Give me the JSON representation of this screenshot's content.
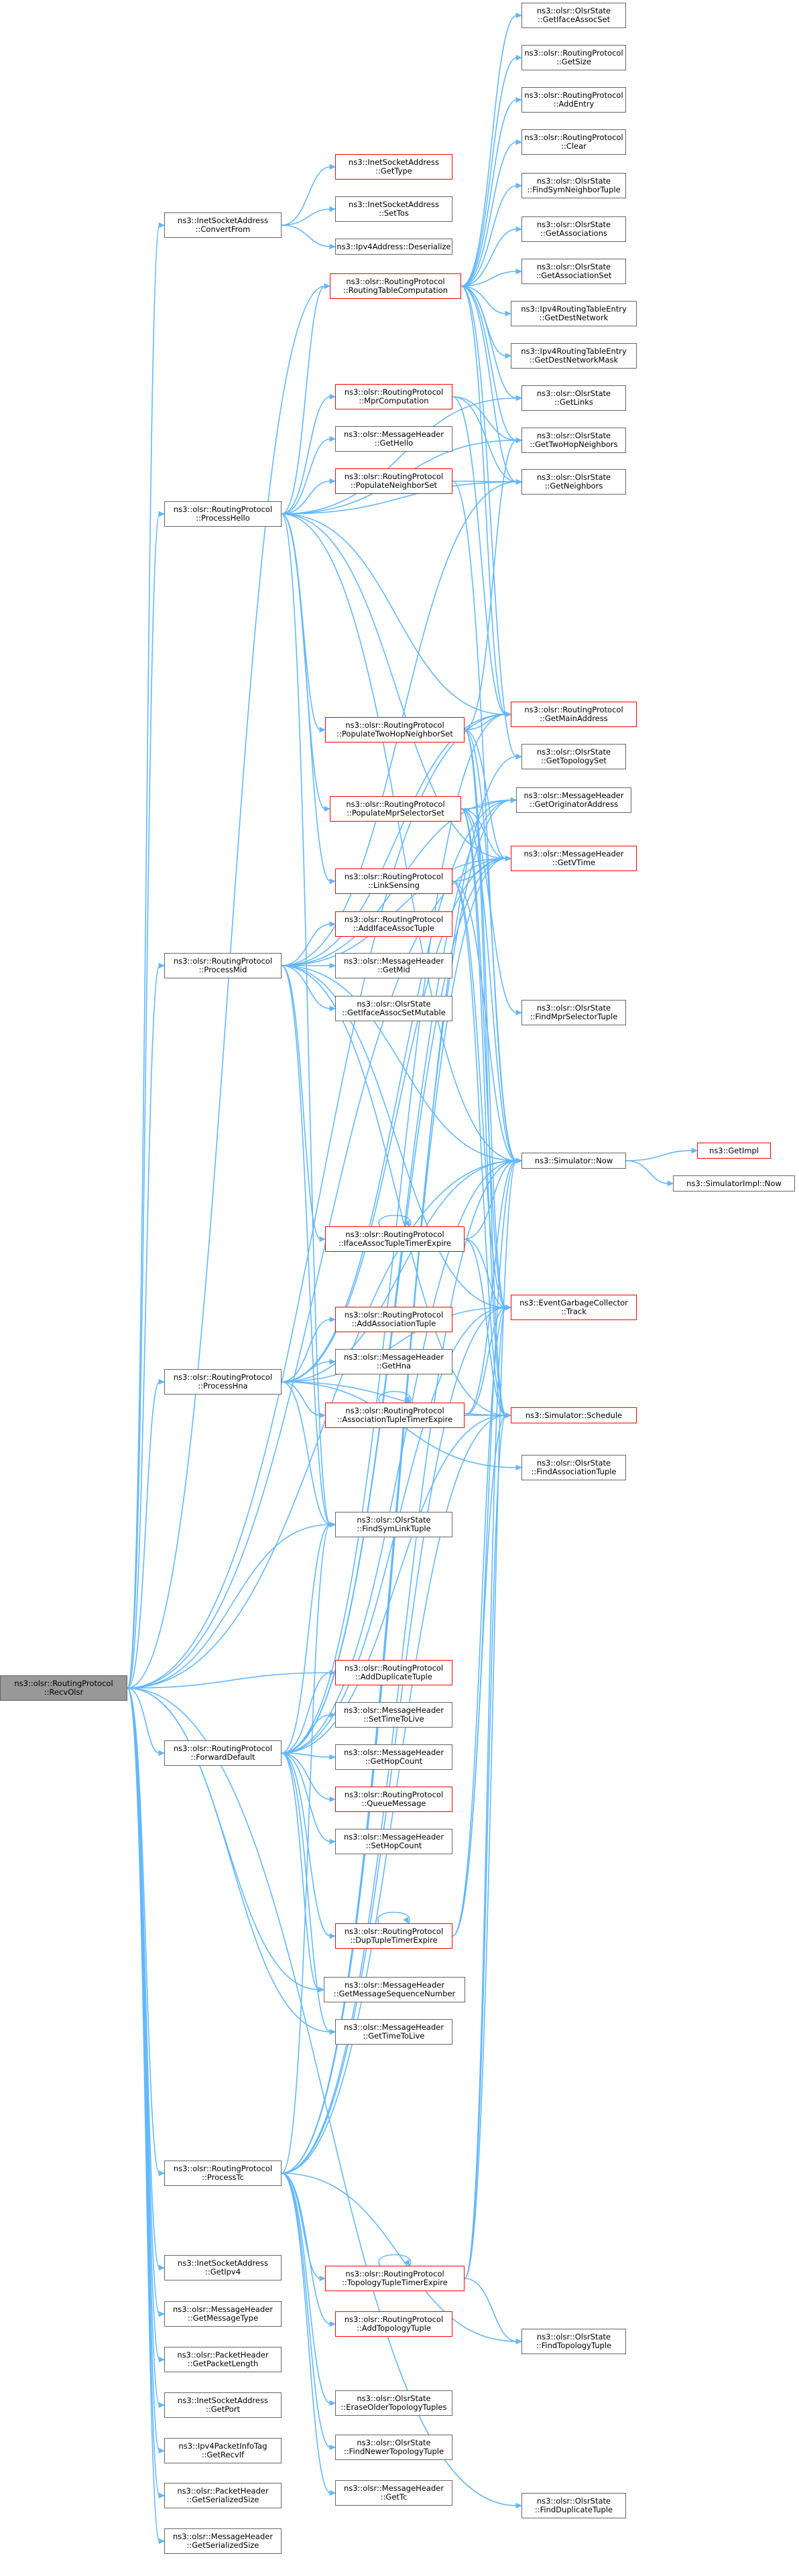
{
  "colors": {
    "edge": "#63b8ff",
    "node_border": "#666666",
    "truncated_border": "#ff0000",
    "root_fill": "#999999"
  },
  "root": "ns3::olsr::RoutingProtocol::RecvOlsr",
  "nodes": [
    {
      "id": "recvolsr",
      "lines": [
        "ns3::olsr::RoutingProtocol",
        "::RecvOlsr"
      ],
      "style": "root"
    },
    {
      "id": "convertfrom",
      "lines": [
        "ns3::InetSocketAddress",
        "::ConvertFrom"
      ],
      "style": "normal"
    },
    {
      "id": "gettype",
      "lines": [
        "ns3::InetSocketAddress",
        "::GetType"
      ],
      "style": "truncated"
    },
    {
      "id": "settos",
      "lines": [
        "ns3::InetSocketAddress",
        "::SetTos"
      ],
      "style": "normal"
    },
    {
      "id": "ipv4deser",
      "lines": [
        "ns3::Ipv4Address::Deserialize"
      ],
      "style": "normal"
    },
    {
      "id": "getifaceassocset",
      "lines": [
        "ns3::olsr::OlsrState",
        "::GetIfaceAssocSet"
      ],
      "style": "normal"
    },
    {
      "id": "getsize",
      "lines": [
        "ns3::olsr::RoutingProtocol",
        "::GetSize"
      ],
      "style": "normal"
    },
    {
      "id": "addentry",
      "lines": [
        "ns3::olsr::RoutingProtocol",
        "::AddEntry"
      ],
      "style": "normal"
    },
    {
      "id": "clear",
      "lines": [
        "ns3::olsr::RoutingProtocol",
        "::Clear"
      ],
      "style": "normal"
    },
    {
      "id": "findsymneighbortuple",
      "lines": [
        "ns3::olsr::OlsrState",
        "::FindSymNeighborTuple"
      ],
      "style": "normal"
    },
    {
      "id": "getassociations",
      "lines": [
        "ns3::olsr::OlsrState",
        "::GetAssociations"
      ],
      "style": "normal"
    },
    {
      "id": "getassociationset",
      "lines": [
        "ns3::olsr::OlsrState",
        "::GetAssociationSet"
      ],
      "style": "normal"
    },
    {
      "id": "getdestnetwork",
      "lines": [
        "ns3::Ipv4RoutingTableEntry",
        "::GetDestNetwork"
      ],
      "style": "normal"
    },
    {
      "id": "getdestnetworkmask",
      "lines": [
        "ns3::Ipv4RoutingTableEntry",
        "::GetDestNetworkMask"
      ],
      "style": "normal"
    },
    {
      "id": "getlinks",
      "lines": [
        "ns3::olsr::OlsrState",
        "::GetLinks"
      ],
      "style": "normal"
    },
    {
      "id": "gettwohopneighbors",
      "lines": [
        "ns3::olsr::OlsrState",
        "::GetTwoHopNeighbors"
      ],
      "style": "normal"
    },
    {
      "id": "getneighbors",
      "lines": [
        "ns3::olsr::OlsrState",
        "::GetNeighbors"
      ],
      "style": "normal"
    },
    {
      "id": "routingtablecomputation",
      "lines": [
        "ns3::olsr::RoutingProtocol",
        "::RoutingTableComputation"
      ],
      "style": "truncated"
    },
    {
      "id": "mprcomputation",
      "lines": [
        "ns3::olsr::RoutingProtocol",
        "::MprComputation"
      ],
      "style": "truncated"
    },
    {
      "id": "gethello",
      "lines": [
        "ns3::olsr::MessageHeader",
        "::GetHello"
      ],
      "style": "normal"
    },
    {
      "id": "populateneighborset",
      "lines": [
        "ns3::olsr::RoutingProtocol",
        "::PopulateNeighborSet"
      ],
      "style": "truncated"
    },
    {
      "id": "processhello",
      "lines": [
        "ns3::olsr::RoutingProtocol",
        "::ProcessHello"
      ],
      "style": "normal"
    },
    {
      "id": "populatetwohop",
      "lines": [
        "ns3::olsr::RoutingProtocol",
        "::PopulateTwoHopNeighborSet"
      ],
      "style": "truncated"
    },
    {
      "id": "getmainaddress",
      "lines": [
        "ns3::olsr::RoutingProtocol",
        "::GetMainAddress"
      ],
      "style": "truncated"
    },
    {
      "id": "gettopologyset",
      "lines": [
        "ns3::olsr::OlsrState",
        "::GetTopologySet"
      ],
      "style": "normal"
    },
    {
      "id": "populatemprselector",
      "lines": [
        "ns3::olsr::RoutingProtocol",
        "::PopulateMprSelectorSet"
      ],
      "style": "truncated"
    },
    {
      "id": "getoriginatoraddress",
      "lines": [
        "ns3::olsr::MessageHeader",
        "::GetOriginatorAddress"
      ],
      "style": "normal"
    },
    {
      "id": "getvtime",
      "lines": [
        "ns3::olsr::MessageHeader",
        "::GetVTime"
      ],
      "style": "truncated"
    },
    {
      "id": "linksensing",
      "lines": [
        "ns3::olsr::RoutingProtocol",
        "::LinkSensing"
      ],
      "style": "truncated"
    },
    {
      "id": "addifaceassoctuple",
      "lines": [
        "ns3::olsr::RoutingProtocol",
        "::AddIfaceAssocTuple"
      ],
      "style": "truncated"
    },
    {
      "id": "getmid",
      "lines": [
        "ns3::olsr::MessageHeader",
        "::GetMid"
      ],
      "style": "normal"
    },
    {
      "id": "processmid",
      "lines": [
        "ns3::olsr::RoutingProtocol",
        "::ProcessMid"
      ],
      "style": "normal"
    },
    {
      "id": "getifaceassocsetmutable",
      "lines": [
        "ns3::olsr::OlsrState",
        "::GetIfaceAssocSetMutable"
      ],
      "style": "normal"
    },
    {
      "id": "findmprselectortuple",
      "lines": [
        "ns3::olsr::OlsrState",
        "::FindMprSelectorTuple"
      ],
      "style": "normal"
    },
    {
      "id": "getimpl",
      "lines": [
        "ns3::GetImpl"
      ],
      "style": "truncated"
    },
    {
      "id": "simnow",
      "lines": [
        "ns3::Simulator::Now"
      ],
      "style": "normal"
    },
    {
      "id": "simimplnow",
      "lines": [
        "ns3::SimulatorImpl::Now"
      ],
      "style": "normal"
    },
    {
      "id": "ifaceassoctimer",
      "lines": [
        "ns3::olsr::RoutingProtocol",
        "::IfaceAssocTupleTimerExpire"
      ],
      "style": "truncated"
    },
    {
      "id": "egctrack",
      "lines": [
        "ns3::EventGarbageCollector",
        "::Track"
      ],
      "style": "truncated"
    },
    {
      "id": "addassociationtuple",
      "lines": [
        "ns3::olsr::RoutingProtocol",
        "::AddAssociationTuple"
      ],
      "style": "truncated"
    },
    {
      "id": "gethna",
      "lines": [
        "ns3::olsr::MessageHeader",
        "::GetHna"
      ],
      "style": "normal"
    },
    {
      "id": "processhna",
      "lines": [
        "ns3::olsr::RoutingProtocol",
        "::ProcessHna"
      ],
      "style": "normal"
    },
    {
      "id": "associationtimer",
      "lines": [
        "ns3::olsr::RoutingProtocol",
        "::AssociationTupleTimerExpire"
      ],
      "style": "truncated"
    },
    {
      "id": "simschedule",
      "lines": [
        "ns3::Simulator::Schedule"
      ],
      "style": "truncated"
    },
    {
      "id": "findassociationtuple",
      "lines": [
        "ns3::olsr::OlsrState",
        "::FindAssociationTuple"
      ],
      "style": "normal"
    },
    {
      "id": "findsymlinktuple",
      "lines": [
        "ns3::olsr::OlsrState",
        "::FindSymLinkTuple"
      ],
      "style": "normal"
    },
    {
      "id": "addduplicatetuple",
      "lines": [
        "ns3::olsr::RoutingProtocol",
        "::AddDuplicateTuple"
      ],
      "style": "truncated"
    },
    {
      "id": "settimetolive",
      "lines": [
        "ns3::olsr::MessageHeader",
        "::SetTimeToLive"
      ],
      "style": "normal"
    },
    {
      "id": "gethopcount",
      "lines": [
        "ns3::olsr::MessageHeader",
        "::GetHopCount"
      ],
      "style": "normal"
    },
    {
      "id": "forwarddefault",
      "lines": [
        "ns3::olsr::RoutingProtocol",
        "::ForwardDefault"
      ],
      "style": "normal"
    },
    {
      "id": "queuemessage",
      "lines": [
        "ns3::olsr::RoutingProtocol",
        "::QueueMessage"
      ],
      "style": "truncated"
    },
    {
      "id": "sethopcount",
      "lines": [
        "ns3::olsr::MessageHeader",
        "::SetHopCount"
      ],
      "style": "normal"
    },
    {
      "id": "duptupletimer",
      "lines": [
        "ns3::olsr::RoutingProtocol",
        "::DupTupleTimerExpire"
      ],
      "style": "truncated"
    },
    {
      "id": "getmsgseqnum",
      "lines": [
        "ns3::olsr::MessageHeader",
        "::GetMessageSequenceNumber"
      ],
      "style": "normal"
    },
    {
      "id": "gettimetolive",
      "lines": [
        "ns3::olsr::MessageHeader",
        "::GetTimeToLive"
      ],
      "style": "normal"
    },
    {
      "id": "processtc",
      "lines": [
        "ns3::olsr::RoutingProtocol",
        "::ProcessTc"
      ],
      "style": "normal"
    },
    {
      "id": "getipv4",
      "lines": [
        "ns3::InetSocketAddress",
        "::GetIpv4"
      ],
      "style": "normal"
    },
    {
      "id": "getmessagetype",
      "lines": [
        "ns3::olsr::MessageHeader",
        "::GetMessageType"
      ],
      "style": "normal"
    },
    {
      "id": "topologytimer",
      "lines": [
        "ns3::olsr::RoutingProtocol",
        "::TopologyTupleTimerExpire"
      ],
      "style": "truncated"
    },
    {
      "id": "getpacketlength",
      "lines": [
        "ns3::olsr::PacketHeader",
        "::GetPacketLength"
      ],
      "style": "normal"
    },
    {
      "id": "addtopologytuple",
      "lines": [
        "ns3::olsr::RoutingProtocol",
        "::AddTopologyTuple"
      ],
      "style": "truncated"
    },
    {
      "id": "findtopologytuple",
      "lines": [
        "ns3::olsr::OlsrState",
        "::FindTopologyTuple"
      ],
      "style": "normal"
    },
    {
      "id": "getport",
      "lines": [
        "ns3::InetSocketAddress",
        "::GetPort"
      ],
      "style": "normal"
    },
    {
      "id": "eraseolder",
      "lines": [
        "ns3::olsr::OlsrState",
        "::EraseOlderTopologyTuples"
      ],
      "style": "normal"
    },
    {
      "id": "getrecvif",
      "lines": [
        "ns3::Ipv4PacketInfoTag",
        "::GetRecvIf"
      ],
      "style": "normal"
    },
    {
      "id": "findnewer",
      "lines": [
        "ns3::olsr::OlsrState",
        "::FindNewerTopologyTuple"
      ],
      "style": "normal"
    },
    {
      "id": "pktgetserializedsize",
      "lines": [
        "ns3::olsr::PacketHeader",
        "::GetSerializedSize"
      ],
      "style": "normal"
    },
    {
      "id": "gettc",
      "lines": [
        "ns3::olsr::MessageHeader",
        "::GetTc"
      ],
      "style": "normal"
    },
    {
      "id": "msggetserializedsize",
      "lines": [
        "ns3::olsr::MessageHeader",
        "::GetSerializedSize"
      ],
      "style": "normal"
    },
    {
      "id": "findduplicatetuple",
      "lines": [
        "ns3::olsr::OlsrState",
        "::FindDuplicateTuple"
      ],
      "style": "normal"
    }
  ],
  "edges": [
    [
      "recvolsr",
      "convertfrom"
    ],
    [
      "recvolsr",
      "processhello"
    ],
    [
      "recvolsr",
      "processmid"
    ],
    [
      "recvolsr",
      "processhna"
    ],
    [
      "recvolsr",
      "forwarddefault"
    ],
    [
      "recvolsr",
      "processtc"
    ],
    [
      "recvolsr",
      "getipv4"
    ],
    [
      "recvolsr",
      "getmessagetype"
    ],
    [
      "recvolsr",
      "getpacketlength"
    ],
    [
      "recvolsr",
      "getport"
    ],
    [
      "recvolsr",
      "getrecvif"
    ],
    [
      "recvolsr",
      "pktgetserializedsize"
    ],
    [
      "recvolsr",
      "msggetserializedsize"
    ],
    [
      "recvolsr",
      "getmsgseqnum"
    ],
    [
      "recvolsr",
      "gettimetolive"
    ],
    [
      "recvolsr",
      "routingtablecomputation"
    ],
    [
      "recvolsr",
      "simnow"
    ],
    [
      "recvolsr",
      "getmainaddress"
    ],
    [
      "recvolsr",
      "findduplicatetuple"
    ],
    [
      "recvolsr",
      "getvtime"
    ],
    [
      "recvolsr",
      "addduplicatetuple"
    ],
    [
      "recvolsr",
      "findsymlinktuple"
    ],
    [
      "convertfrom",
      "gettype"
    ],
    [
      "convertfrom",
      "settos"
    ],
    [
      "convertfrom",
      "ipv4deser"
    ],
    [
      "routingtablecomputation",
      "getifaceassocset"
    ],
    [
      "routingtablecomputation",
      "getsize"
    ],
    [
      "routingtablecomputation",
      "addentry"
    ],
    [
      "routingtablecomputation",
      "clear"
    ],
    [
      "routingtablecomputation",
      "findsymneighbortuple"
    ],
    [
      "routingtablecomputation",
      "getassociations"
    ],
    [
      "routingtablecomputation",
      "getassociationset"
    ],
    [
      "routingtablecomputation",
      "getdestnetwork"
    ],
    [
      "routingtablecomputation",
      "getdestnetworkmask"
    ],
    [
      "routingtablecomputation",
      "getlinks"
    ],
    [
      "routingtablecomputation",
      "gettwohopneighbors"
    ],
    [
      "routingtablecomputation",
      "getneighbors"
    ],
    [
      "routingtablecomputation",
      "getmainaddress"
    ],
    [
      "routingtablecomputation",
      "gettopologyset"
    ],
    [
      "processhello",
      "routingtablecomputation"
    ],
    [
      "processhello",
      "mprcomputation"
    ],
    [
      "processhello",
      "gethello"
    ],
    [
      "processhello",
      "populateneighborset"
    ],
    [
      "processhello",
      "populatetwohop"
    ],
    [
      "processhello",
      "populatemprselector"
    ],
    [
      "processhello",
      "linksensing"
    ],
    [
      "processhello",
      "getneighbors"
    ],
    [
      "processhello",
      "gettwohopneighbors"
    ],
    [
      "processhello",
      "getlinks"
    ],
    [
      "processhello",
      "getmainaddress"
    ],
    [
      "processhello",
      "getvtime"
    ],
    [
      "processhello",
      "simnow"
    ],
    [
      "processhello",
      "findsymlinktuple"
    ],
    [
      "mprcomputation",
      "getneighbors"
    ],
    [
      "mprcomputation",
      "gettwohopneighbors"
    ],
    [
      "mprcomputation",
      "getmainaddress"
    ],
    [
      "populateneighborset",
      "getneighbors"
    ],
    [
      "populateneighborset",
      "simnow"
    ],
    [
      "populatetwohop",
      "getmainaddress"
    ],
    [
      "populatetwohop",
      "getvtime"
    ],
    [
      "populatetwohop",
      "simnow"
    ],
    [
      "populatetwohop",
      "egctrack"
    ],
    [
      "populatetwohop",
      "simschedule"
    ],
    [
      "populatetwohop",
      "gettwohopneighbors"
    ],
    [
      "populatemprselector",
      "getoriginatoraddress"
    ],
    [
      "populatemprselector",
      "getvtime"
    ],
    [
      "populatemprselector",
      "findmprselectortuple"
    ],
    [
      "populatemprselector",
      "simnow"
    ],
    [
      "populatemprselector",
      "egctrack"
    ],
    [
      "populatemprselector",
      "simschedule"
    ],
    [
      "linksensing",
      "getvtime"
    ],
    [
      "linksensing",
      "simnow"
    ],
    [
      "linksensing",
      "egctrack"
    ],
    [
      "linksensing",
      "simschedule"
    ],
    [
      "processmid",
      "addifaceassoctuple"
    ],
    [
      "processmid",
      "getmid"
    ],
    [
      "processmid",
      "getifaceassocsetmutable"
    ],
    [
      "processmid",
      "getmainaddress"
    ],
    [
      "processmid",
      "getoriginatoraddress"
    ],
    [
      "processmid",
      "getvtime"
    ],
    [
      "processmid",
      "simnow"
    ],
    [
      "processmid",
      "ifaceassoctimer"
    ],
    [
      "processmid",
      "egctrack"
    ],
    [
      "processmid",
      "simschedule"
    ],
    [
      "processmid",
      "findsymlinktuple"
    ],
    [
      "processmid",
      "getneighbors"
    ],
    [
      "ifaceassoctimer",
      "ifaceassoctimer"
    ],
    [
      "ifaceassoctimer",
      "simnow"
    ],
    [
      "ifaceassoctimer",
      "egctrack"
    ],
    [
      "ifaceassoctimer",
      "simschedule"
    ],
    [
      "simnow",
      "getimpl"
    ],
    [
      "simnow",
      "simimplnow"
    ],
    [
      "processhna",
      "addassociationtuple"
    ],
    [
      "processhna",
      "gethna"
    ],
    [
      "processhna",
      "associationtimer"
    ],
    [
      "processhna",
      "findassociationtuple"
    ],
    [
      "processhna",
      "findsymlinktuple"
    ],
    [
      "processhna",
      "getvtime"
    ],
    [
      "processhna",
      "simnow"
    ],
    [
      "processhna",
      "egctrack"
    ],
    [
      "processhna",
      "simschedule"
    ],
    [
      "processhna",
      "getoriginatoraddress"
    ],
    [
      "associationtimer",
      "associationtimer"
    ],
    [
      "associationtimer",
      "simnow"
    ],
    [
      "associationtimer",
      "egctrack"
    ],
    [
      "associationtimer",
      "simschedule"
    ],
    [
      "forwarddefault",
      "addduplicatetuple"
    ],
    [
      "forwarddefault",
      "settimetolive"
    ],
    [
      "forwarddefault",
      "gethopcount"
    ],
    [
      "forwarddefault",
      "queuemessage"
    ],
    [
      "forwarddefault",
      "sethopcount"
    ],
    [
      "forwarddefault",
      "duptupletimer"
    ],
    [
      "forwarddefault",
      "getmsgseqnum"
    ],
    [
      "forwarddefault",
      "gettimetolive"
    ],
    [
      "forwarddefault",
      "findsymlinktuple"
    ],
    [
      "forwarddefault",
      "getmainaddress"
    ],
    [
      "forwarddefault",
      "getoriginatoraddress"
    ],
    [
      "forwarddefault",
      "simnow"
    ],
    [
      "forwarddefault",
      "egctrack"
    ],
    [
      "forwarddefault",
      "simschedule"
    ],
    [
      "forwarddefault",
      "getvtime"
    ],
    [
      "duptupletimer",
      "duptupletimer"
    ],
    [
      "duptupletimer",
      "simnow"
    ],
    [
      "duptupletimer",
      "egctrack"
    ],
    [
      "duptupletimer",
      "simschedule"
    ],
    [
      "processtc",
      "topologytimer"
    ],
    [
      "processtc",
      "addtopologytuple"
    ],
    [
      "processtc",
      "findtopologytuple"
    ],
    [
      "processtc",
      "eraseolder"
    ],
    [
      "processtc",
      "findnewer"
    ],
    [
      "processtc",
      "gettc"
    ],
    [
      "processtc",
      "findsymlinktuple"
    ],
    [
      "processtc",
      "getoriginatoraddress"
    ],
    [
      "processtc",
      "getvtime"
    ],
    [
      "processtc",
      "simnow"
    ],
    [
      "processtc",
      "egctrack"
    ],
    [
      "processtc",
      "simschedule"
    ],
    [
      "processtc",
      "gettopologyset"
    ],
    [
      "topologytimer",
      "topologytimer"
    ],
    [
      "topologytimer",
      "simnow"
    ],
    [
      "topologytimer",
      "egctrack"
    ],
    [
      "topologytimer",
      "simschedule"
    ],
    [
      "topologytimer",
      "findtopologytuple"
    ]
  ]
}
